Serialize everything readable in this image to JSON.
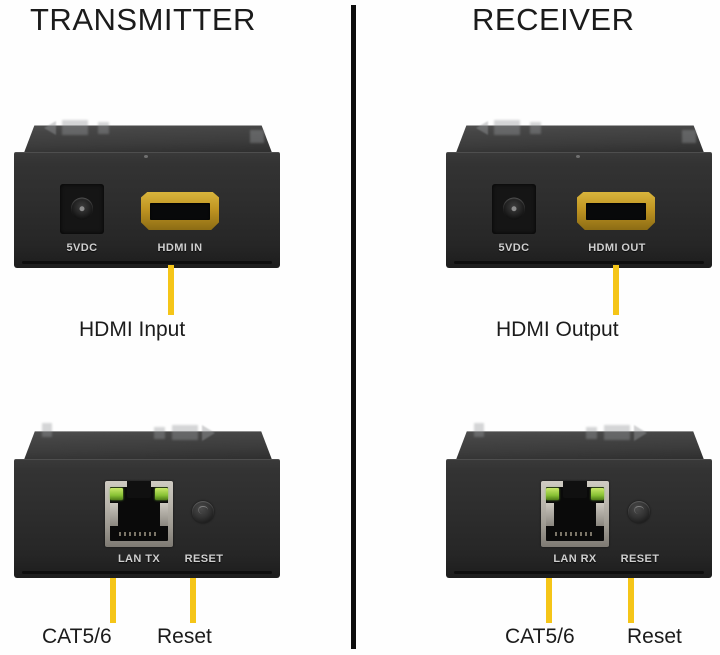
{
  "page": {
    "background_color": "#ffffff",
    "divider_color": "#0d0d0d",
    "leader_line_color": "#f5c518",
    "caption_color": "#1b1b1b",
    "device_body_color": "#2d2d2d",
    "hdmi_connector_color": "#c09522",
    "rj45_shell_color": "#b9b5ac",
    "rj45_led_color": "#89c235"
  },
  "headings": {
    "transmitter": "TRANSMITTER",
    "receiver": "RECEIVER"
  },
  "transmitter": {
    "front_device": {
      "ports": [
        {
          "label": "5VDC",
          "icon": "dc-power-jack-icon"
        },
        {
          "label": "HDMI IN",
          "icon": "hdmi-port-icon"
        }
      ]
    },
    "rear_device": {
      "ports": [
        {
          "label": "LAN TX",
          "icon": "rj45-port-icon"
        },
        {
          "label": "RESET",
          "icon": "reset-button-icon"
        }
      ]
    },
    "callouts": [
      {
        "label": "HDMI Input"
      },
      {
        "label": "CAT5/6"
      },
      {
        "label": "Reset"
      }
    ]
  },
  "receiver": {
    "front_device": {
      "ports": [
        {
          "label": "5VDC",
          "icon": "dc-power-jack-icon"
        },
        {
          "label": "HDMI OUT",
          "icon": "hdmi-port-icon"
        }
      ]
    },
    "rear_device": {
      "ports": [
        {
          "label": "LAN RX",
          "icon": "rj45-port-icon"
        },
        {
          "label": "RESET",
          "icon": "reset-button-icon"
        }
      ]
    },
    "callouts": [
      {
        "label": "HDMI Output"
      },
      {
        "label": "CAT5/6"
      },
      {
        "label": "Reset"
      }
    ]
  }
}
